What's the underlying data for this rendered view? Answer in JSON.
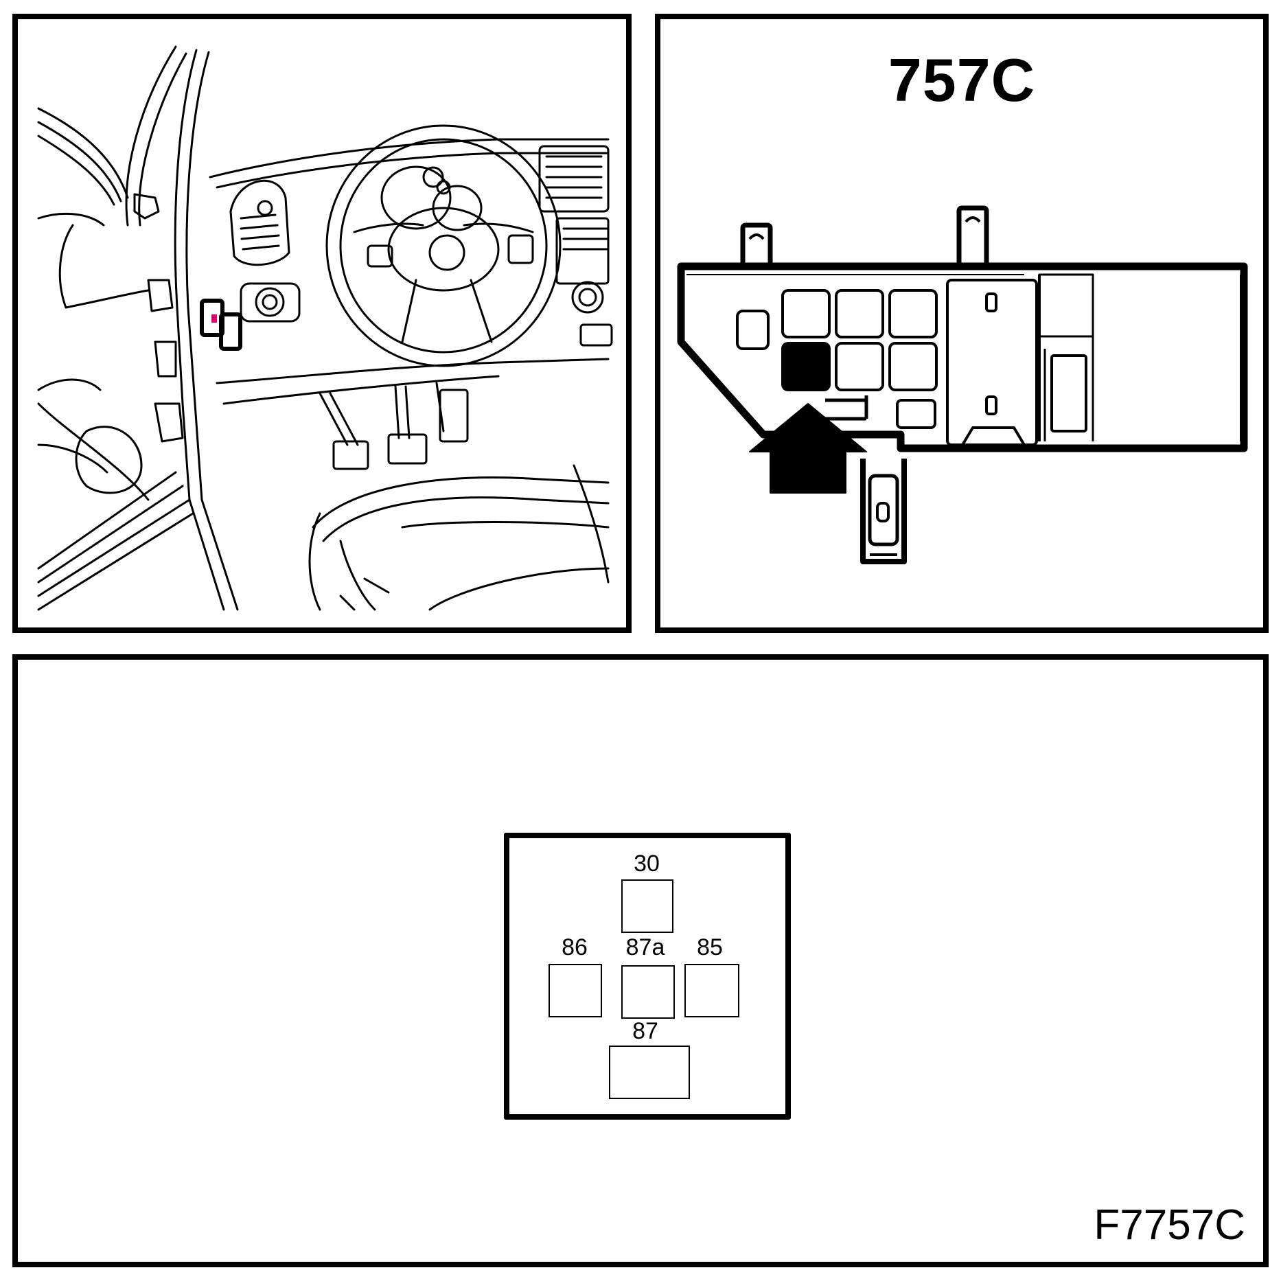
{
  "diagram": {
    "location_title": "757C",
    "figure_code": "F7757C",
    "relay_pins": {
      "pin_30": "30",
      "pin_86": "86",
      "pin_87a": "87a",
      "pin_85": "85",
      "pin_87": "87"
    }
  },
  "colors": {
    "line": "#000000",
    "background": "#ffffff",
    "location_marker": "#e0006a"
  }
}
